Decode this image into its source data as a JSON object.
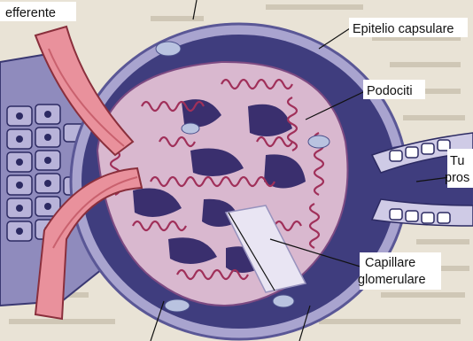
{
  "labels": {
    "efferente": "efferente",
    "epitelio": "Epitelio capsulare",
    "podociti": "Podociti",
    "tu": "Tu",
    "pros": "pros",
    "capillare_1": "Capillare",
    "capillare_2": "glomerulare"
  },
  "colors": {
    "paper": "#e9e3d6",
    "capsule_dark": "#3f3d7e",
    "capsule_light": "#9d98c4",
    "vessel": "#e9919c",
    "vessel_dark": "#c9616e",
    "podocyte": "#d9b8cf",
    "podocyte_line": "#a0305a"
  }
}
